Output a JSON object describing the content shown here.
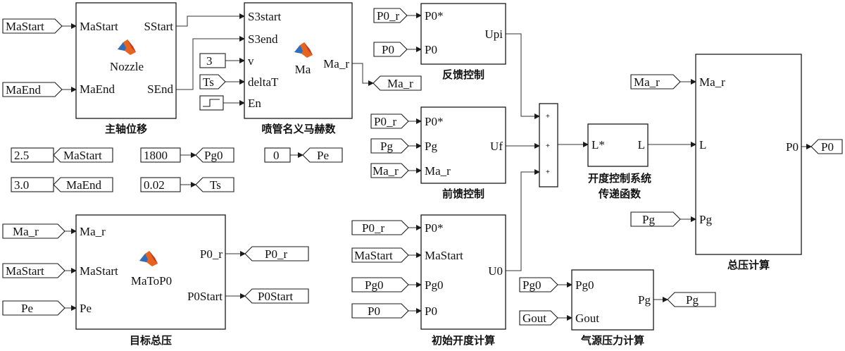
{
  "blocks": {
    "nozzle": {
      "name": "Nozzle",
      "in1": "MaStart",
      "in2": "MaEnd",
      "out1": "SStart",
      "out2": "SEnd",
      "title": "主轴位移"
    },
    "mach": {
      "name": "Ma",
      "in1": "S3start",
      "in2": "S3end",
      "in3": "v",
      "in4": "deltaT",
      "in5": "En",
      "out1": "Ma_r",
      "title": "喷管名义马赫数"
    },
    "target": {
      "name": "MaToP0",
      "in1": "Ma_r",
      "in2": "MaStart",
      "in3": "Pe",
      "out1": "P0_r",
      "out2": "P0Start",
      "title": "目标总压"
    },
    "feedback": {
      "in1": "P0*",
      "in2": "P0",
      "out1": "Upi",
      "title": "反馈控制"
    },
    "feedforward": {
      "in1": "P0*",
      "in2": "Pg",
      "in3": "Ma_r",
      "out1": "Uf",
      "title": "前馈控制"
    },
    "initial": {
      "in1": "P0*",
      "in2": "MaStart",
      "in3": "Pg0",
      "in4": "P0",
      "out1": "U0",
      "title": "初始开度计算"
    },
    "transfer": {
      "in1": "L*",
      "out1": "L",
      "title_line1": "开度控制系统",
      "title_line2": "传递函数"
    },
    "total": {
      "in1": "Ma_r",
      "in2": "L",
      "in3": "Pg",
      "out1": "P0",
      "title": "总压计算"
    },
    "gas": {
      "in1": "Pg0",
      "in2": "Gout",
      "out1": "Pg",
      "title": "气源压力计算"
    },
    "sum": {
      "sign1": "+",
      "sign2": "+",
      "sign3": "+"
    }
  },
  "tags": {
    "nozzle_in1": "MaStart",
    "nozzle_in2": "MaEnd",
    "mach_out": "Ma_r",
    "target_in1": "Ma_r",
    "target_in2": "MaStart",
    "target_in3": "Pe",
    "target_out1": "P0_r",
    "target_out2": "P0Start",
    "fb_in1": "P0_r",
    "fb_in2": "P0",
    "ff_in1": "P0_r",
    "ff_in2": "Pg",
    "ff_in3": "Ma_r",
    "ini_in1": "P0_r",
    "ini_in2": "MaStart",
    "ini_in3": "Pg0",
    "ini_in4": "P0",
    "total_in1": "Ma_r",
    "total_in3": "Pg",
    "total_out": "P0",
    "gas_in1": "Pg0",
    "gas_in2": "Gout",
    "gas_out": "Pg",
    "set1": "MaStart",
    "set2": "MaEnd",
    "set3": "Pg0",
    "set4": "Ts",
    "set5": "Pe"
  },
  "constants": {
    "c_v": "3",
    "c_ts": "Ts",
    "c_maStart": "2.5",
    "c_maEnd": "3.0",
    "c_pg0": "1800",
    "c_ts2": "0.02",
    "c_pe": "0"
  },
  "colors": {
    "line": "#1a1a1a",
    "icon_orange": "#e8641e",
    "icon_blue": "#2c6fbd",
    "icon_red": "#c0392b"
  }
}
